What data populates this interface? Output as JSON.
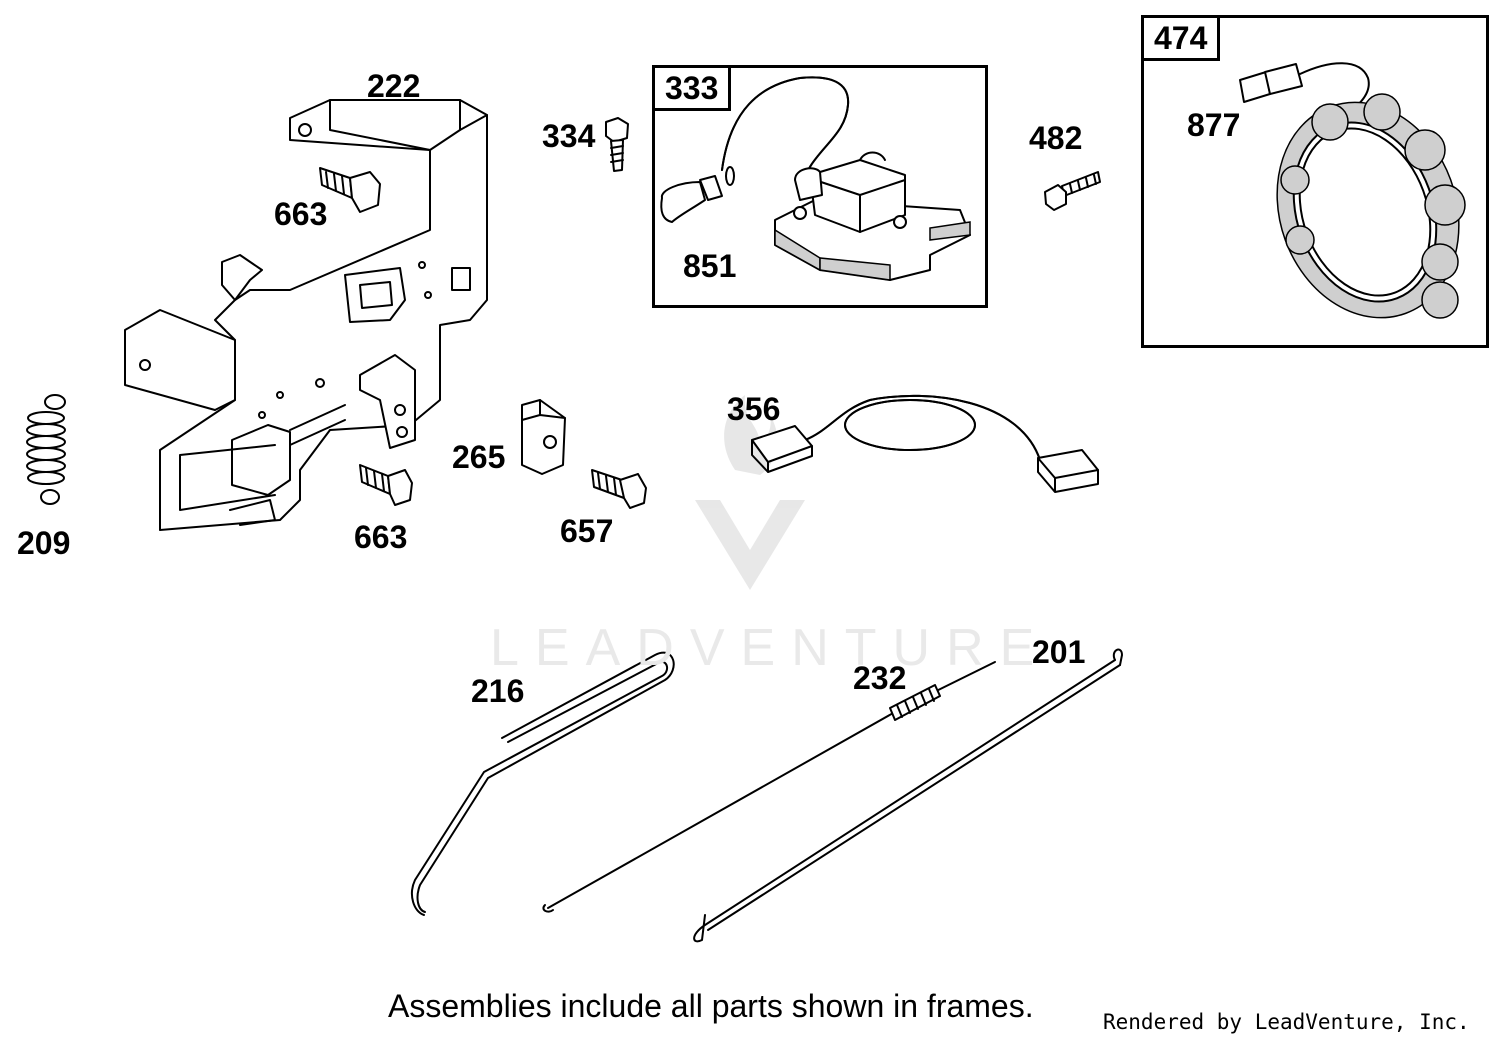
{
  "watermark": "LEADVENTURE",
  "frames": [
    {
      "id": "frame-333",
      "tag": "333"
    },
    {
      "id": "frame-474",
      "tag": "474"
    }
  ],
  "labels": {
    "l222": "222",
    "l663a": "663",
    "l334": "334",
    "l851": "851",
    "l482": "482",
    "l877": "877",
    "l209": "209",
    "l356": "356",
    "l265": "265",
    "l663b": "663",
    "l657": "657",
    "l216": "216",
    "l232": "232",
    "l201": "201"
  },
  "footnote": "Assemblies include all parts shown in frames.",
  "credit": "Rendered by LeadVenture, Inc."
}
